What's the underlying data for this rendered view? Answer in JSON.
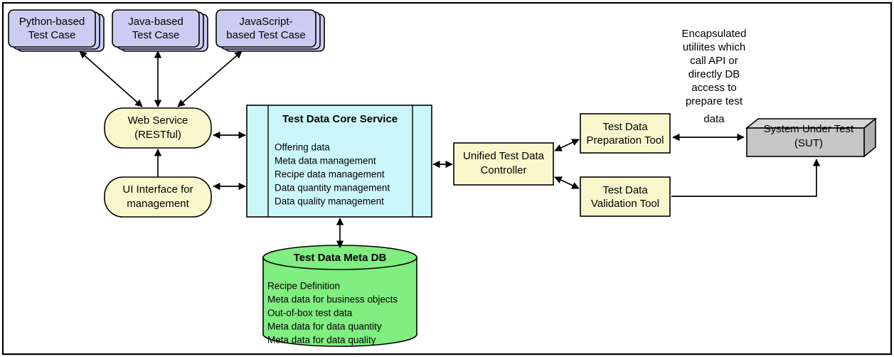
{
  "frame": {
    "border_color": "#000000",
    "background": "#ffffff"
  },
  "colors": {
    "test_case_fill": "#ccccf2",
    "service_fill": "#ccf7fa",
    "tool_fill": "#faf7cc",
    "db_fill": "#80ee80",
    "sut_fill": "#c6c6c6",
    "sut_top_fill": "#d6d6d6",
    "sut_side_fill": "#b0b0b0",
    "stroke": "#000000"
  },
  "test_cases": [
    {
      "id": "python-test-case",
      "line1": "Python-based",
      "line2": "Test Case"
    },
    {
      "id": "java-test-case",
      "line1": "Java-based",
      "line2": "Test Case"
    },
    {
      "id": "javascript-test-case",
      "line1": "JavaScript-",
      "line2": "based Test Case"
    }
  ],
  "web_service": {
    "line1": "Web Service",
    "line2": "(RESTful)"
  },
  "ui_interface": {
    "line1": "UI Interface for",
    "line2": "management"
  },
  "core_service": {
    "title": "Test Data Core Service",
    "items": [
      "Offering data",
      "Meta data management",
      "Recipe data management",
      "Data quantity management",
      "Data quality management"
    ]
  },
  "meta_db": {
    "title": "Test Data Meta DB",
    "items": [
      "Recipe Definition",
      "Meta data for business objects",
      "Out-of-box test data",
      "Meta data for data quantity",
      "Meta data for data quality"
    ]
  },
  "controller": {
    "line1": "Unified Test Data",
    "line2": "Controller"
  },
  "preparation_tool": {
    "line1": "Test Data",
    "line2": "Preparation Tool"
  },
  "validation_tool": {
    "line1": "Test Data",
    "line2": "Validation Tool"
  },
  "sut": {
    "line1": "System Under Test",
    "line2": "(SUT)"
  },
  "annotation": {
    "lines": [
      "Encapsulated",
      "utiliites which",
      "call API or",
      "directly DB",
      "access to",
      "prepare test",
      "data"
    ]
  }
}
